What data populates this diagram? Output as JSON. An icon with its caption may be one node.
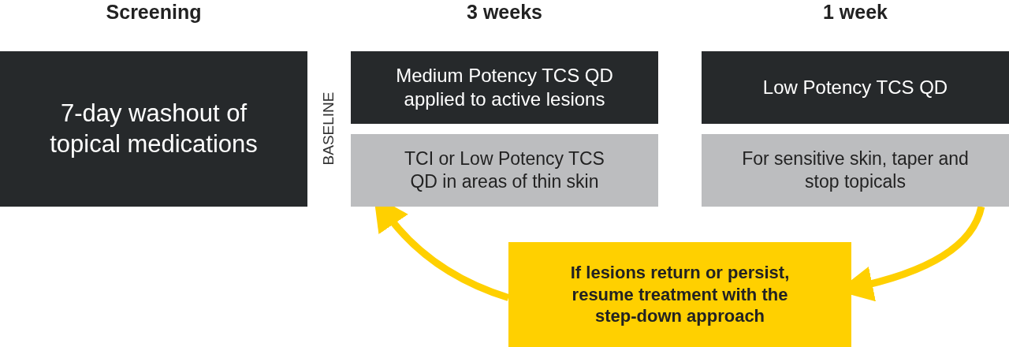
{
  "diagram": {
    "nodes": [
      {
        "text": [
          "7-day washout of topical medications"
        ]
      },
      {
        "text": [
          "Medium Potency TCS QD applied to active lesions"
        ]
      },
      {
        "text": [
          "TCI or Low Potency TCS QD in areas of thin skin"
        ]
      },
      {
        "text": [
          "Low Potency TCS QD"
        ]
      },
      {
        "text": [
          "For sensitive skin, taper and stop topicals"
        ]
      },
      {
        "text": [
          "If lesions return or persist, resume treatment with the step-down approach"
        ]
      }
    ],
    "edges": [
      {
        "from": 4,
        "to": 5,
        "arrow": "to"
      },
      {
        "from": 5,
        "to": 2,
        "arrow": "to"
      }
    ],
    "labels": [
      "Screening",
      "3 weeks",
      "1 week",
      "BASELINE"
    ]
  }
}
